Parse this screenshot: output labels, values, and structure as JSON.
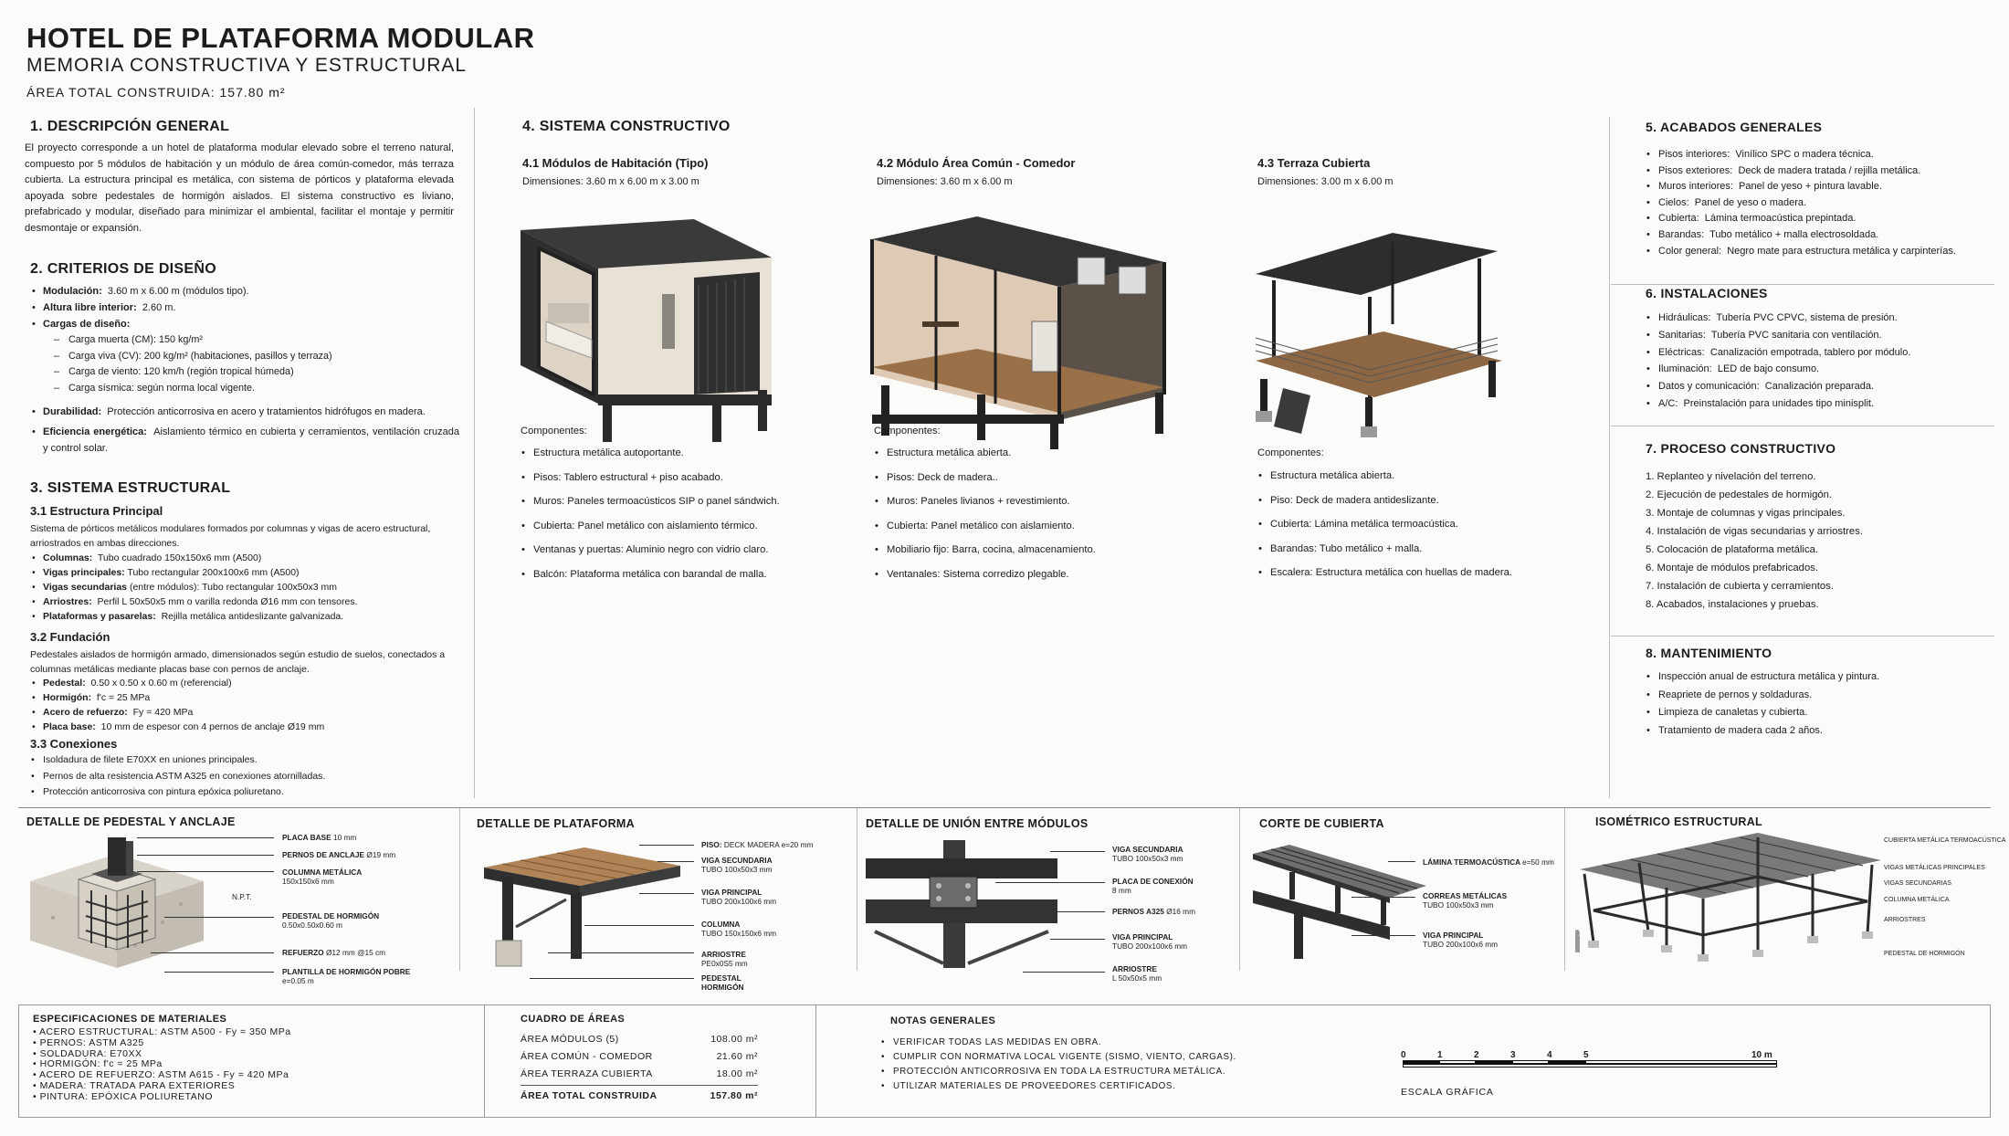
{
  "header": {
    "title": "HOTEL DE PLATAFORMA MODULAR",
    "subtitle": "MEMORIA CONSTRUCTIVA Y ESTRUCTURAL",
    "area_total": "ÁREA TOTAL CONSTRUIDA:  157.80 m²"
  },
  "s1": {
    "title": "1.  DESCRIPCIÓN GENERAL",
    "text": "El proyecto corresponde a un hotel de plataforma modular elevado sobre el terreno natural, compuesto por 5 módulos de habitación y un módulo de área común-comedor, más terraza cubierta. La estructura principal es metálica, con sistema de pórticos y plataforma elevada apoyada sobre pedestales de hormigón aislados.  El sistema constructivo es liviano, prefabricado y modular, diseñado para minimizar el ambiental, facilitar el montaje y permitir desmontaje or expansión."
  },
  "s2": {
    "title": "2.  CRITERIOS DE DISEÑO",
    "items": [
      {
        "k": "Modulación:",
        "v": "3.60 m x 6.00 m (módulos tipo)."
      },
      {
        "k": "Altura libre interior:",
        "v": "2.60 m."
      },
      {
        "k": "Cargas de diseño:",
        "v": ""
      }
    ],
    "loads": [
      "Carga muerta (CM):  150 kg/m²",
      "Carga viva (CV):  200 kg/m² (habitaciones, pasillos y terraza)",
      "Carga de viento:  120 km/h (región tropical húmeda)",
      "Carga sísmica:   según norma local vigente."
    ],
    "items2": [
      {
        "k": "Durabilidad:",
        "v": "Protección anticorrosiva en acero y tratamientos hidrófugos en madera."
      },
      {
        "k": "Eficiencia energética:",
        "v": "Aislamiento térmico en cubierta y cerramientos, ventilación cruzada y control solar."
      }
    ]
  },
  "s3": {
    "title": "3.  SISTEMA ESTRUCTURAL",
    "sub1": "3.1  Estructura Principal",
    "text1": "Sistema de pórticos metálicos modulares formados por columnas y vigas de acero estructural, arriostrados en ambas direcciones.",
    "items1": [
      {
        "k": "Columnas:",
        "v": "Tubo cuadrado 150x150x6 mm (A500)"
      },
      {
        "k": "Vigas principales:",
        "v": "Tubo rectangular 200x100x6 mm (A500)"
      },
      {
        "k": "Vigas secundarias",
        "v": "(entre módulos):  Tubo rectangular 100x50x3 mm"
      },
      {
        "k": "Arriostres:",
        "v": "Perfil L 50x50x5 mm o varilla redonda Ø16 mm con tensores."
      },
      {
        "k": "Plataformas y pasarelas:",
        "v": "Rejilla metálica antideslizante galvanizada."
      }
    ],
    "sub2": "3.2  Fundación",
    "text2": "Pedestales aislados de hormigón armado, dimensionados según estudio de suelos, conectados a columnas metálicas mediante placas base con pernos de anclaje.",
    "items2": [
      {
        "k": "Pedestal:",
        "v": "0.50 x 0.50 x 0.60 m (referencial)"
      },
      {
        "k": "Hormigón:",
        "v": "f'c  =  25 MPa"
      },
      {
        "k": "Acero de refuerzo:",
        "v": "Fy = 420 MPa"
      },
      {
        "k": "Placa base:",
        "v": "10  mm de espesor con 4 pernos de anclaje Ø19 mm"
      }
    ],
    "sub3": "3.3  Conexiones",
    "items3": [
      "Isoldadura de filete E70XX en uniones principales.",
      "Pernos de alta resistencia ASTM A325 en conexiones atornilladas.",
      "Protección anticorrosiva con pintura epóxica poliuretano."
    ]
  },
  "s4": {
    "title": "4.  SISTEMA CONSTRUCTIVO",
    "components_label": "Componentes:",
    "modules": [
      {
        "title": "4.1  Módulos de Habitación (Tipo)",
        "dims": "Dimensiones: 3.60 m x 6.00 m x 3.00 m",
        "components": [
          "Estructura metálica autoportante.",
          "Pisos:  Tablero estructural + piso acabado.",
          "Muros:  Paneles termoacústicos SIP o panel sándwich.",
          "Cubierta:  Panel metálico con aislamiento térmico.",
          "Ventanas y puertas:  Aluminio negro con vidrio claro.",
          "Balcón:  Plataforma metálica con barandal de malla."
        ]
      },
      {
        "title": "4.2 Módulo Área Común - Comedor",
        "dims": "Dimensiones: 3.60 m x 6.00 m",
        "components": [
          "Estructura metálica abierta.",
          "Pisos:  Deck de madera..",
          "Muros:  Paneles livianos + revestimiento.",
          "Cubierta:  Panel metálico con aislamiento.",
          "Mobiliario fijo:  Barra, cocina, almacenamiento.",
          "Ventanales:  Sistema corredizo plegable."
        ]
      },
      {
        "title": "4.3  Terraza Cubierta",
        "dims": "Dimensiones: 3.00 m x 6.00 m",
        "components": [
          "Estructura metálica abierta.",
          "Piso:  Deck de madera antideslizante.",
          "Cubierta:  Lámina metálica termoacústica.",
          "Barandas:  Tubo metálico + malla.",
          "Escalera:  Estructura metálica con huellas de madera."
        ]
      }
    ]
  },
  "s5": {
    "title": "5.  ACABADOS GENERALES",
    "items": [
      {
        "k": "Pisos interiores:",
        "v": "Vinílico SPC o madera técnica."
      },
      {
        "k": "Pisos exteriores:",
        "v": "Deck de madera tratada / rejilla metálica."
      },
      {
        "k": "Muros interiores:",
        "v": "Panel de yeso + pintura lavable."
      },
      {
        "k": "Cielos:",
        "v": "Panel de yeso o madera."
      },
      {
        "k": "Cubierta:",
        "v": "Lámina termoacústica prepintada."
      },
      {
        "k": "Barandas:",
        "v": "Tubo metálico + malla electrosoldada."
      },
      {
        "k": "Color general:",
        "v": "Negro mate para estructura metálica y carpinterías."
      }
    ]
  },
  "s6": {
    "title": "6.  INSTALACIONES",
    "items": [
      {
        "k": "Hidráulicas:",
        "v": "Tubería PVC CPVC, sistema de presión."
      },
      {
        "k": "Sanitarias:",
        "v": "Tubería PVC sanitaria con ventilación."
      },
      {
        "k": "Eléctricas:",
        "v": "Canalización empotrada, tablero por módulo."
      },
      {
        "k": "Iluminación:",
        "v": "LED de bajo consumo."
      },
      {
        "k": "Datos y comunicación:",
        "v": "Canalización preparada."
      },
      {
        "k": "A/C:",
        "v": "Preinstalación para unidades tipo minisplit."
      }
    ]
  },
  "s7": {
    "title": "7.  PROCESO CONSTRUCTIVO",
    "items": [
      "1.  Replanteo y nivelación del terreno.",
      "2.  Ejecución de pedestales de hormigón.",
      "3.  Montaje de columnas y vigas principales.",
      "4.  Instalación de vigas secundarias y arriostres.",
      "5.  Colocación de plataforma metálica.",
      "6.  Montaje de módulos prefabricados.",
      "7.  Instalación de cubierta y cerramientos.",
      "8.  Acabados, instalaciones y pruebas."
    ]
  },
  "s8": {
    "title": "8.  MANTENIMIENTO",
    "items": [
      "Inspección anual de estructura metálica y pintura.",
      "Reapriete de pernos y soldaduras.",
      "Limpieza de canaletas y cubierta.",
      "Tratamiento de madera cada 2 años."
    ]
  },
  "details": {
    "pedestal": {
      "title": "DETALLE DE PEDESTAL Y ANCLAJE",
      "npt": "N.P.T.",
      "labels": [
        {
          "t": "PLACA BASE",
          "n": "10 mm"
        },
        {
          "t": "PERNOS DE ANCLAJE",
          "n": "Ø19 mm"
        },
        {
          "t": "COLUMNA METÁLICA",
          "n": "150x150x6 mm"
        },
        {
          "t": "PEDESTAL DE HORMIGÓN",
          "n": "0.50x0.50x0.60 m"
        },
        {
          "t": "REFUERZO",
          "n": "Ø12 mm @15 cm"
        },
        {
          "t": "PLANTILLA DE HORMIGÓN POBRE",
          "n": "e=0.05 m"
        }
      ]
    },
    "plataforma": {
      "title": "DETALLE DE PLATAFORMA",
      "labels": [
        {
          "t": "PISO:",
          "n": "DECK MADERA e=20 mm"
        },
        {
          "t": "VIGA SECUNDARIA",
          "n": "TUBO 100x50x3 mm"
        },
        {
          "t": "VIGA PRINCIPAL",
          "n": "TUBO 200x100x6 mm"
        },
        {
          "t": "COLUMNA",
          "n": "TUBO 150x150x6 mm"
        },
        {
          "t": "ARRIOSTRE",
          "n": "PE0x0S5 mm"
        },
        {
          "t": "PEDESTAL",
          "n": ""
        },
        {
          "t": "HORMIGÓN",
          "n": ""
        }
      ]
    },
    "union": {
      "title": "DETALLE DE UNIÓN ENTRE MÓDULOS",
      "labels": [
        {
          "t": "VIGA SECUNDARIA",
          "n": "TUBO 100x50x3 mm"
        },
        {
          "t": "PLACA DE CONEXIÓN",
          "n": "8 mm"
        },
        {
          "t": "PERNOS A325",
          "n": "Ø16 mm"
        },
        {
          "t": "VIGA PRINCIPAL",
          "n": "TUBO 200x100x6 mm"
        },
        {
          "t": "ARRIOSTRE",
          "n": "L 50x50x5 mm"
        }
      ]
    },
    "cubierta": {
      "title": "CORTE DE CUBIERTA",
      "labels": [
        {
          "t": "LÁMINA TERMOACÚSTICA",
          "n": "e=50 mm"
        },
        {
          "t": "CORREAS METÁLICAS",
          "n": "TUBO 100x50x3 mm"
        },
        {
          "t": "VIGA PRINCIPAL",
          "n": "TUBO 200x100x6 mm"
        }
      ]
    },
    "isometrico": {
      "title": "ISOMÉTRICO ESTRUCTURAL",
      "labels": [
        {
          "t": "CUBIERTA METÁLICA TERMOACÚSTICA",
          "n": ""
        },
        {
          "t": "VIGAS METÁLICAS PRINCIPALES",
          "n": ""
        },
        {
          "t": "VIGAS SECUNDARIAS",
          "n": ""
        },
        {
          "t": "COLUMNA METÁLICA",
          "n": ""
        },
        {
          "t": "ARRIOSTRES",
          "n": ""
        },
        {
          "t": "PEDESTAL DE HORMIGÓN",
          "n": ""
        }
      ]
    }
  },
  "specs": {
    "title": "ESPECIFICACIONES DE MATERIALES",
    "items": [
      "• ACERO ESTRUCTURAL: ASTM A500 - Fy = 350 MPa",
      "• PERNOS: ASTM  A325",
      "• SOLDADURA:  E70XX",
      "• HORMIGÓN:  f'c  =  25 MPa",
      "• ACERO DE REFUERZO: ASTM A615 - Fy = 420 MPa",
      "• MADERA: TRATADA PARA EXTERIORES",
      "• PINTURA: EPÓXICA POLIURETANO"
    ]
  },
  "areas": {
    "title": "CUADRO DE ÁREAS",
    "rows": [
      {
        "k": "ÁREA MÓDULOS (5)",
        "v": "108.00  m²"
      },
      {
        "k": "ÁREA COMÚN - COMEDOR",
        "v": "21.60  m²"
      },
      {
        "k": "ÁREA TERRAZA CUBIERTA",
        "v": "18.00  m²"
      }
    ],
    "total_k": "ÁREA TOTAL CONSTRUIDA",
    "total_v": "157.80  m²"
  },
  "notes": {
    "title": "NOTAS GENERALES",
    "items": [
      "VERIFICAR TODAS LAS MEDIDAS EN OBRA.",
      "CUMPLIR CON NORMATIVA LOCAL VIGENTE (SISMO, VIENTO, CARGAS).",
      "PROTECCIÓN ANTICORROSIVA EN TODA LA ESTRUCTURA METÁLICA.",
      "UTILIZAR MATERIALES DE PROVEEDORES CERTIFICADOS."
    ]
  },
  "scale": {
    "ticks": [
      "0",
      "1",
      "2",
      "3",
      "4",
      "5",
      "10 m"
    ],
    "label": "ESCALA GRÁFICA"
  },
  "colors": {
    "steel": "#2b2b2b",
    "wood": "#a77a4f",
    "concrete": "#cfcac2",
    "line": "#bdbdbd"
  }
}
